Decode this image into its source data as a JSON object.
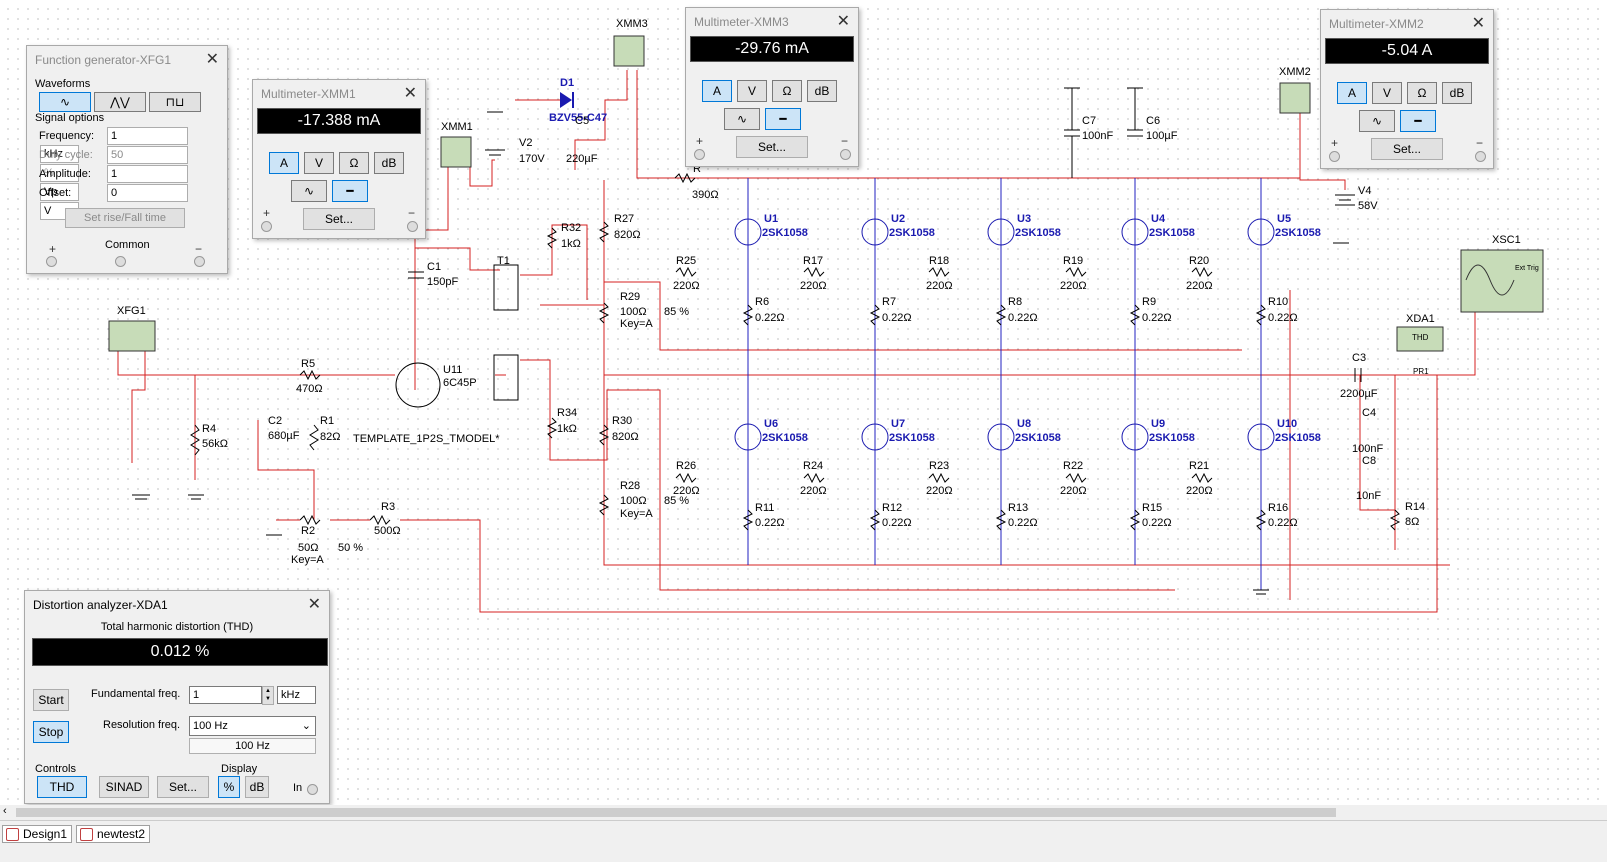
{
  "function_generator": {
    "title": "Function generator-XFG1",
    "waveforms_label": "Waveforms",
    "signal_options_label": "Signal options",
    "frequency": {
      "label": "Frequency:",
      "value": "1",
      "unit": "kHz"
    },
    "duty_cycle": {
      "label": "Duty cycle:",
      "value": "50",
      "unit": "%"
    },
    "amplitude": {
      "label": "Amplitude:",
      "value": "1",
      "unit": "Vp"
    },
    "offset": {
      "label": "Offset:",
      "value": "0",
      "unit": "V"
    },
    "rise_fall_button": "Set rise/Fall time",
    "plus": "+",
    "common": "Common",
    "minus": "−"
  },
  "multimeters": [
    {
      "title": "Multimeter-XMM1",
      "reading": "-17.388 mA",
      "active": "A",
      "mode": "DC"
    },
    {
      "title": "Multimeter-XMM3",
      "reading": "-29.76 mA",
      "active": "A",
      "mode": "DC"
    },
    {
      "title": "Multimeter-XMM2",
      "reading": "-5.04 A",
      "active": "A",
      "mode": "DC"
    }
  ],
  "multimeter_buttons": [
    "A",
    "V",
    "Ω",
    "dB"
  ],
  "multimeter_set_label": "Set...",
  "distortion_analyzer": {
    "title": "Distortion analyzer-XDA1",
    "thd_label": "Total harmonic distortion (THD)",
    "reading": "0.012 %",
    "start_button": "Start",
    "stop_button": "Stop",
    "fundamental_label": "Fundamental freq.",
    "fundamental_value": "1",
    "fundamental_unit": "kHz",
    "resolution_label": "Resolution freq.",
    "resolution_value": "100 Hz",
    "resolution_readout": "100 Hz",
    "controls_label": "Controls",
    "thd_button": "THD",
    "sinad_button": "SINAD",
    "set_button": "Set...",
    "display_label": "Display",
    "percent_button": "%",
    "db_button": "dB",
    "in_label": "In"
  },
  "schematic": {
    "instrument_labels": {
      "xmm3": "XMM3",
      "xmm1": "XMM1",
      "xmm2": "XMM2",
      "xfg1": "XFG1",
      "xda1": "XDA1",
      "xsc1": "XSC1",
      "thd": "THD",
      "pr1": "PR1",
      "ext_trig": "Ext Trig"
    },
    "components": {
      "d1_name": "D1",
      "d1_model": "BZV55-C47",
      "v2_name": "V2",
      "v2_value": "170V",
      "c5_name": "C5",
      "c5_value": "220µF",
      "r_name": "R",
      "r_value": "390Ω",
      "c7_name": "C7",
      "c7_value": "100nF",
      "c6_name": "C6",
      "c6_value": "100µF",
      "v4_name": "V4",
      "v4_value": "58V",
      "r32_name": "R32",
      "r32_value": "1kΩ",
      "r27_name": "R27",
      "r27_value": "820Ω",
      "c1_name": "C1",
      "c1_value": "150pF",
      "t1_name": "T1",
      "r29_name": "R29",
      "r29_value": "100Ω",
      "r29_key": "Key=A",
      "r29_pct": "85 %",
      "r5_name": "R5",
      "r5_value": "470Ω",
      "u11_name": "U11",
      "u11_model": "6C45P",
      "r4_name": "R4",
      "r4_value": "56kΩ",
      "c2_name": "C2",
      "c2_value": "680µF",
      "r1_name": "R1",
      "r1_value": "82Ω",
      "tmodel": "TEMPLATE_1P2S_TMODEL*",
      "r34_name": "R34",
      "r34_value": "1kΩ",
      "r30_name": "R30",
      "r30_value": "820Ω",
      "r28_name": "R28",
      "r28_value": "100Ω",
      "r28_key": "Key=A",
      "r28_pct": "85 %",
      "r2_name": "R2",
      "r2_value": "50Ω",
      "r2_key": "Key=A",
      "r2_pct": "50 %",
      "r3_name": "R3",
      "r3_value": "500Ω",
      "c3_name": "C3",
      "c3_value": "2200µF",
      "c4_name": "C4",
      "c4_value": "100nF",
      "c8_name": "C8",
      "c8_value": "10nF",
      "r14_name": "R14",
      "r14_value": "8Ω",
      "mosfet_model": "2SK1058",
      "gate_value": "220Ω",
      "source_value": "0.22Ω"
    },
    "upper_mosfets": [
      "U1",
      "U2",
      "U3",
      "U4",
      "U5"
    ],
    "lower_mosfets": [
      "U6",
      "U7",
      "U8",
      "U9",
      "U10"
    ],
    "upper_gate_resistors": [
      "R25",
      "R17",
      "R18",
      "R19",
      "R20"
    ],
    "lower_gate_resistors": [
      "R26",
      "R24",
      "R23",
      "R22",
      "R21"
    ],
    "upper_source_resistors": [
      "R6",
      "R7",
      "R8",
      "R9",
      "R10"
    ],
    "lower_source_resistors": [
      "R11",
      "R12",
      "R13",
      "R15",
      "R16"
    ]
  },
  "tabs": [
    "Design1",
    "newtest2"
  ],
  "colors": {
    "wire": "#d42020",
    "blue_wire": "#2020c0",
    "lcd": "#000000",
    "accent": "#0078d7"
  }
}
